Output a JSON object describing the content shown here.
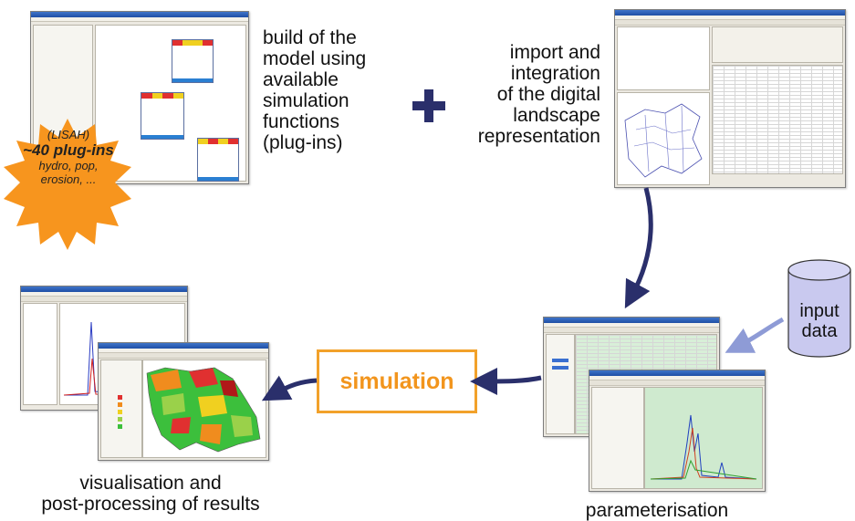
{
  "top_left_label": [
    "build of the",
    "model using",
    "available",
    "simulation",
    "functions",
    "(plug-ins)"
  ],
  "top_right_label": [
    "import and",
    "integration",
    "of the digital",
    "landscape",
    "representation"
  ],
  "burst": {
    "line1": "(LISAH)",
    "line2": "~40 plug-ins",
    "line3": "hydro, pop,",
    "line4": "erosion, ..."
  },
  "simulation_label": "simulation",
  "input_data_label": [
    "input",
    "data"
  ],
  "bottom_left_label": [
    "visualisation and",
    "post-processing of results"
  ],
  "bottom_right_label": "parameterisation",
  "colors": {
    "accent_orange": "#f2951d",
    "arrow_navy": "#2a2f6b",
    "input_arrow": "#8e9bd6",
    "cylinder_fill": "#c9c9ef",
    "burst_fill": "#f7951e"
  }
}
